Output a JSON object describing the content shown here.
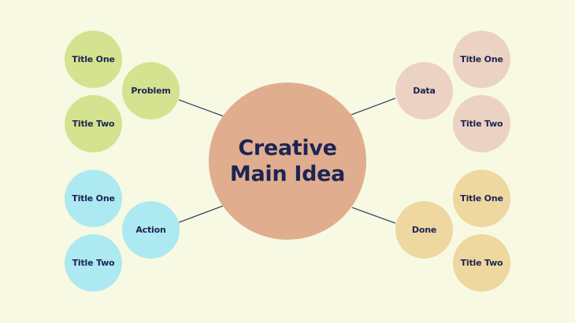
{
  "colors": {
    "background": "#f7f9e3",
    "main": "#e0ae8e",
    "problem_group": "#d5e28f",
    "action_group": "#ade9f0",
    "data_group": "#ecd2c2",
    "done_group": "#eed8a0",
    "text": "#1c2456",
    "connector": "#3e4a6a"
  },
  "main_idea": {
    "line1": "Creative",
    "line2": "Main Idea"
  },
  "branches": {
    "problem": {
      "label": "Problem",
      "children": [
        "Title One",
        "Title Two"
      ]
    },
    "action": {
      "label": "Action",
      "children": [
        "Title One",
        "Title Two"
      ]
    },
    "data": {
      "label": "Data",
      "children": [
        "Title One",
        "Title Two"
      ]
    },
    "done": {
      "label": "Done",
      "children": [
        "Title One",
        "Title Two"
      ]
    }
  }
}
